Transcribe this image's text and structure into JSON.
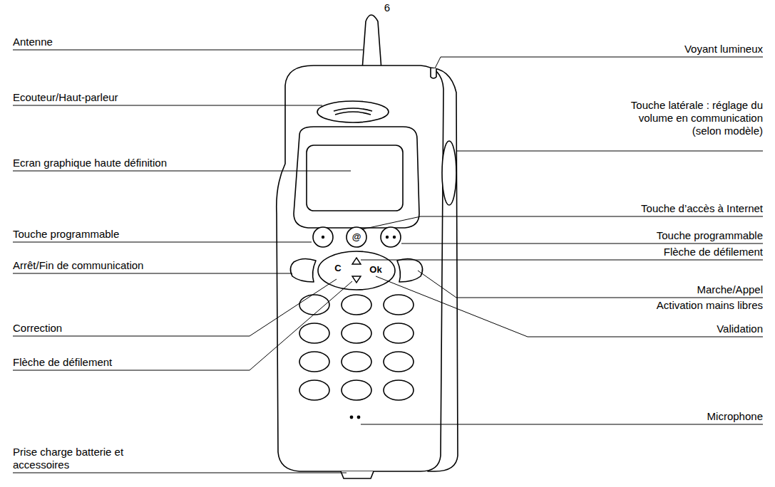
{
  "diagram": {
    "labels": [
      "6",
      "Antenne",
      "Ecouteur/Haut-parleur",
      "Ecran graphique haute définition",
      "Touche programmable",
      "Arrêt/Fin de communication",
      "Correction",
      "Flèche de défilement",
      "Prise charge batterie et accessoires",
      "Voyant lumineux",
      "Touche latérale : réglage du volume en communication (selon modèle)",
      "Touche d’accès à Internet",
      "Touche programmable",
      "Flèche de défilement",
      "Marche/Appel",
      "Activation mains libres",
      "Validation",
      "Microphone",
      "C",
      "Ok",
      "@"
    ]
  }
}
